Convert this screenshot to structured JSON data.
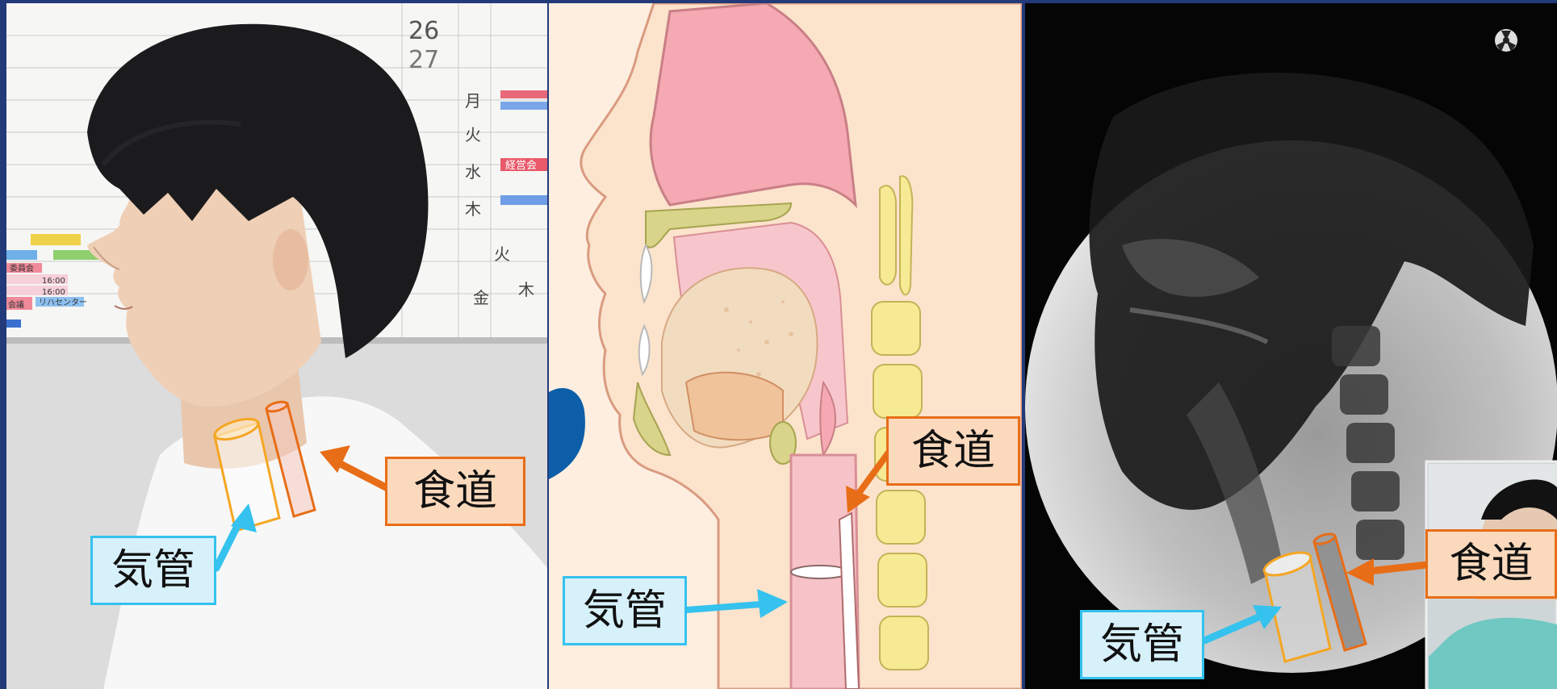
{
  "labels": {
    "esophagus": "食道",
    "trachea": "気管"
  },
  "whiteboard": {
    "numbers": [
      "26",
      "27"
    ],
    "weekdays": [
      "月",
      "火",
      "水",
      "木"
    ],
    "scattered_days": [
      "火",
      "木",
      "金"
    ],
    "tags": [
      "経営会"
    ],
    "notes": [
      "16:00",
      "16:00",
      "リハセンター",
      "会議",
      "委員会"
    ]
  },
  "colors": {
    "background": "#233a7a",
    "orange": "#e86d17",
    "orange_fill": "#fbd9bd",
    "blue": "#35c2ee",
    "blue_fill": "#d7f1fb"
  }
}
